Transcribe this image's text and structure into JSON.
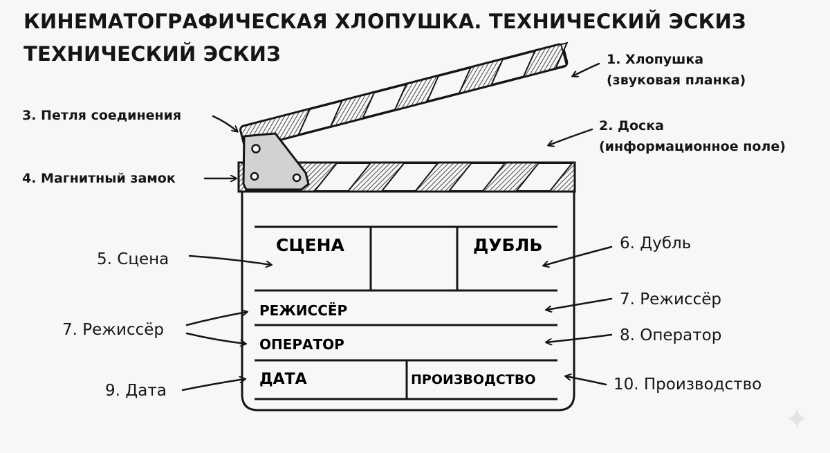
{
  "title": {
    "line1": "КИНЕМАТОГРАФИЧЕСКАЯ ХЛОПУШКА. ТЕХНИЧЕСКИЙ ЭСКИЗ",
    "line2": "ТЕХНИЧЕСКИЙ ЭСКИЗ"
  },
  "callouts": {
    "clapper_1": "1. Хлопушка",
    "clapper_2": "(звуковая планка)",
    "board_1": "2. Доска",
    "board_2": "(информационное поле)",
    "hinge": "3. Петля соединения",
    "lock": "4. Магнитный замок",
    "scene": "5. Сцена",
    "take": "6. Дубль",
    "director_right": "7. Режиссёр",
    "director_left": "7. Режиссёр",
    "operator": "8. Оператор",
    "date": "9. Дата",
    "production": "10. Производство"
  },
  "board_fields": {
    "scene": "СЦЕНА",
    "take": "ДУБЛЬ",
    "director": "РЕЖИССЁР",
    "operator": "ОПЕРАТОР",
    "date": "ДАТА",
    "production": "ПРОИЗВОДСТВО"
  },
  "colors": {
    "ink": "#151515",
    "paper": "#f7f7f5",
    "stripe_fill": "#d9d9d9"
  }
}
